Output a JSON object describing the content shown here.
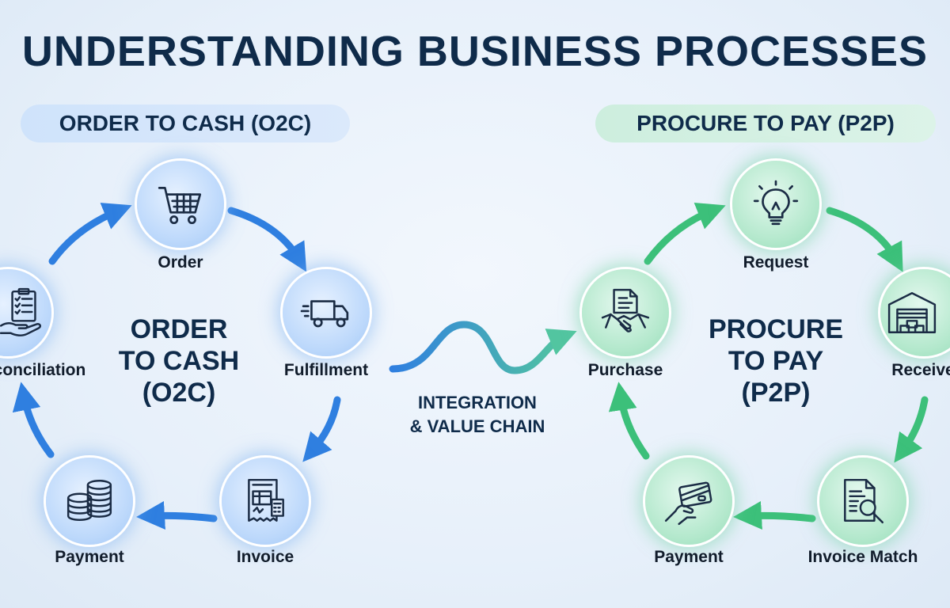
{
  "title": "UNDERSTANDING BUSINESS PROCESSES",
  "o2c": {
    "heading": "ORDER TO CASH (O2C)",
    "center_lines": [
      "ORDER",
      "TO CASH",
      "(O2C)"
    ],
    "steps": [
      {
        "label": "Order",
        "icon": "shopping-cart-icon"
      },
      {
        "label": "Fulfillment",
        "icon": "delivery-truck-icon"
      },
      {
        "label": "Invoice",
        "icon": "invoice-document-icon"
      },
      {
        "label": "Payment",
        "icon": "coin-stacks-icon"
      },
      {
        "label": "conciliation",
        "icon": "clipboard-hand-icon"
      }
    ],
    "color": "#2f7fe0"
  },
  "integration": {
    "lines": [
      "INTEGRATION",
      "& VALUE CHAIN"
    ]
  },
  "p2p": {
    "heading": "PROCURE TO PAY (P2P)",
    "center_lines": [
      "PROCURE",
      "TO PAY",
      "(P2P)"
    ],
    "steps": [
      {
        "label": "Request",
        "icon": "lightbulb-icon"
      },
      {
        "label": "Receive",
        "icon": "warehouse-icon"
      },
      {
        "label": "Invoice Match",
        "icon": "document-magnifier-icon"
      },
      {
        "label": "Payment",
        "icon": "hand-card-icon"
      },
      {
        "label": "Purchase",
        "icon": "handshake-document-icon"
      }
    ],
    "color": "#3cc07a"
  }
}
